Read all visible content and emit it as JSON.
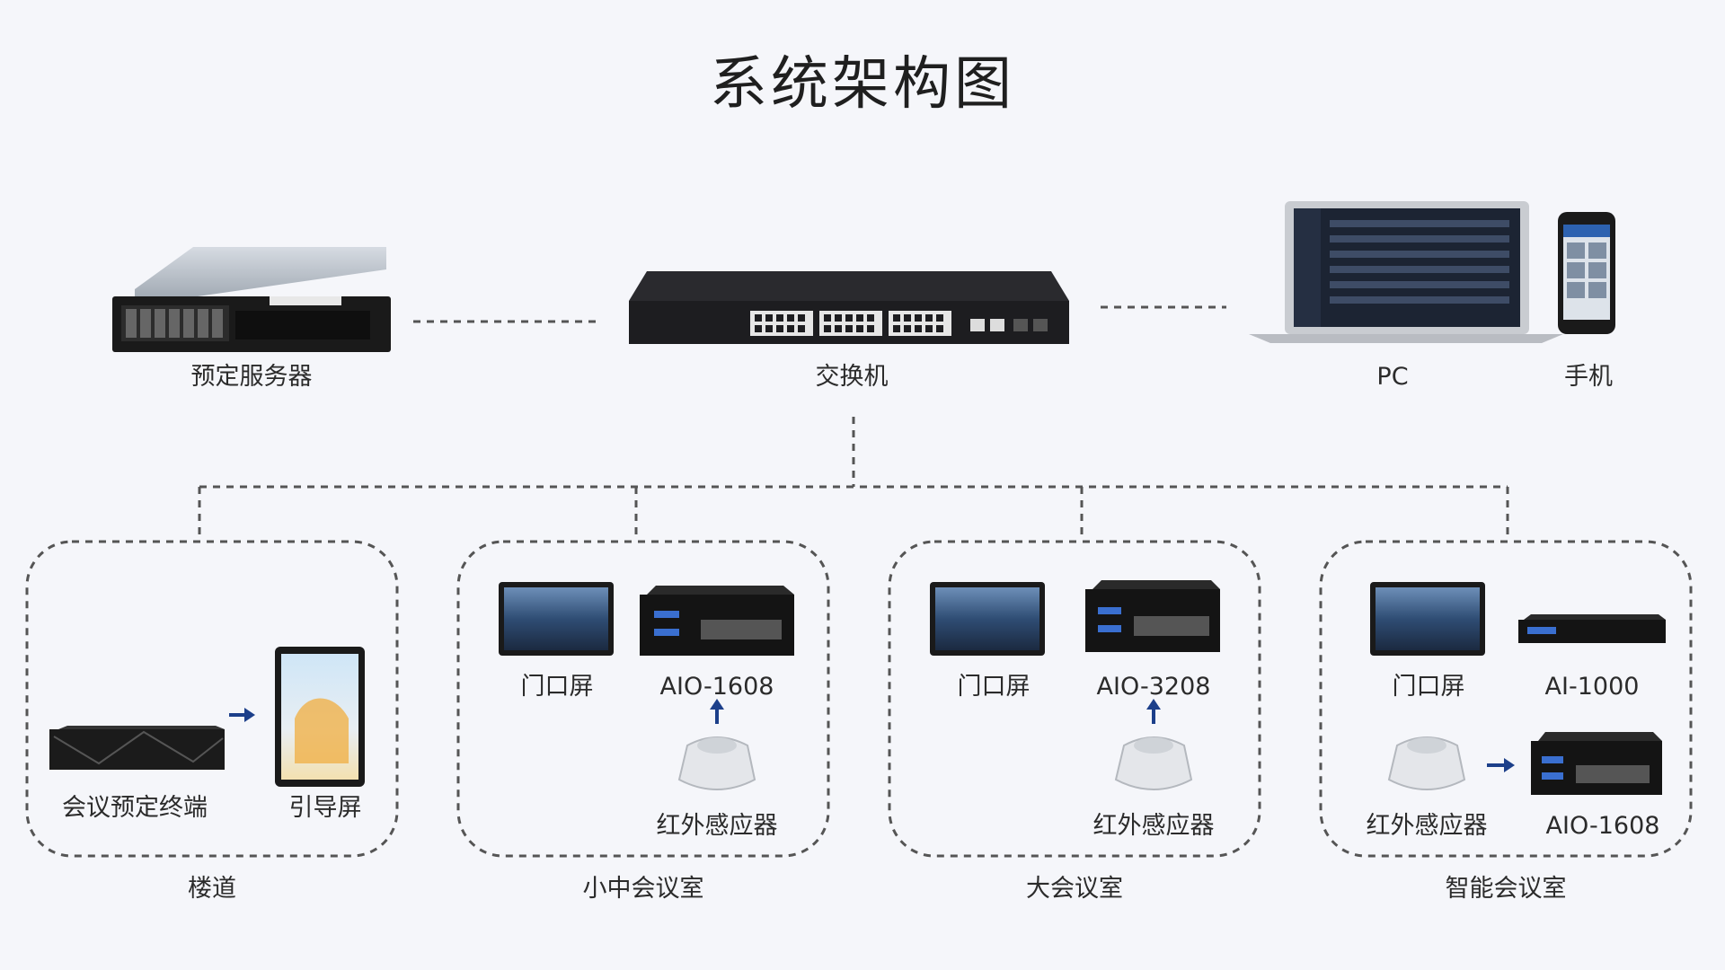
{
  "title": "系统架构图",
  "top": {
    "server": "预定服务器",
    "switch": "交换机",
    "pc": "PC",
    "phone": "手机"
  },
  "groups": {
    "corridor": {
      "name": "楼道",
      "terminal": "会议预定终端",
      "guide_screen": "引导屏"
    },
    "small_room": {
      "name": "小中会议室",
      "door_screen": "门口屏",
      "controller": "AIO-1608",
      "sensor": "红外感应器"
    },
    "large_room": {
      "name": "大会议室",
      "door_screen": "门口屏",
      "controller": "AIO-3208",
      "sensor": "红外感应器"
    },
    "smart_room": {
      "name": "智能会议室",
      "door_screen": "门口屏",
      "ai_unit": "AI-1000",
      "sensor": "红外感应器",
      "controller": "AIO-1608"
    }
  },
  "colors": {
    "background": "#f5f6fa",
    "arrow": "#1c3f8a",
    "dashed_line": "#555555"
  }
}
